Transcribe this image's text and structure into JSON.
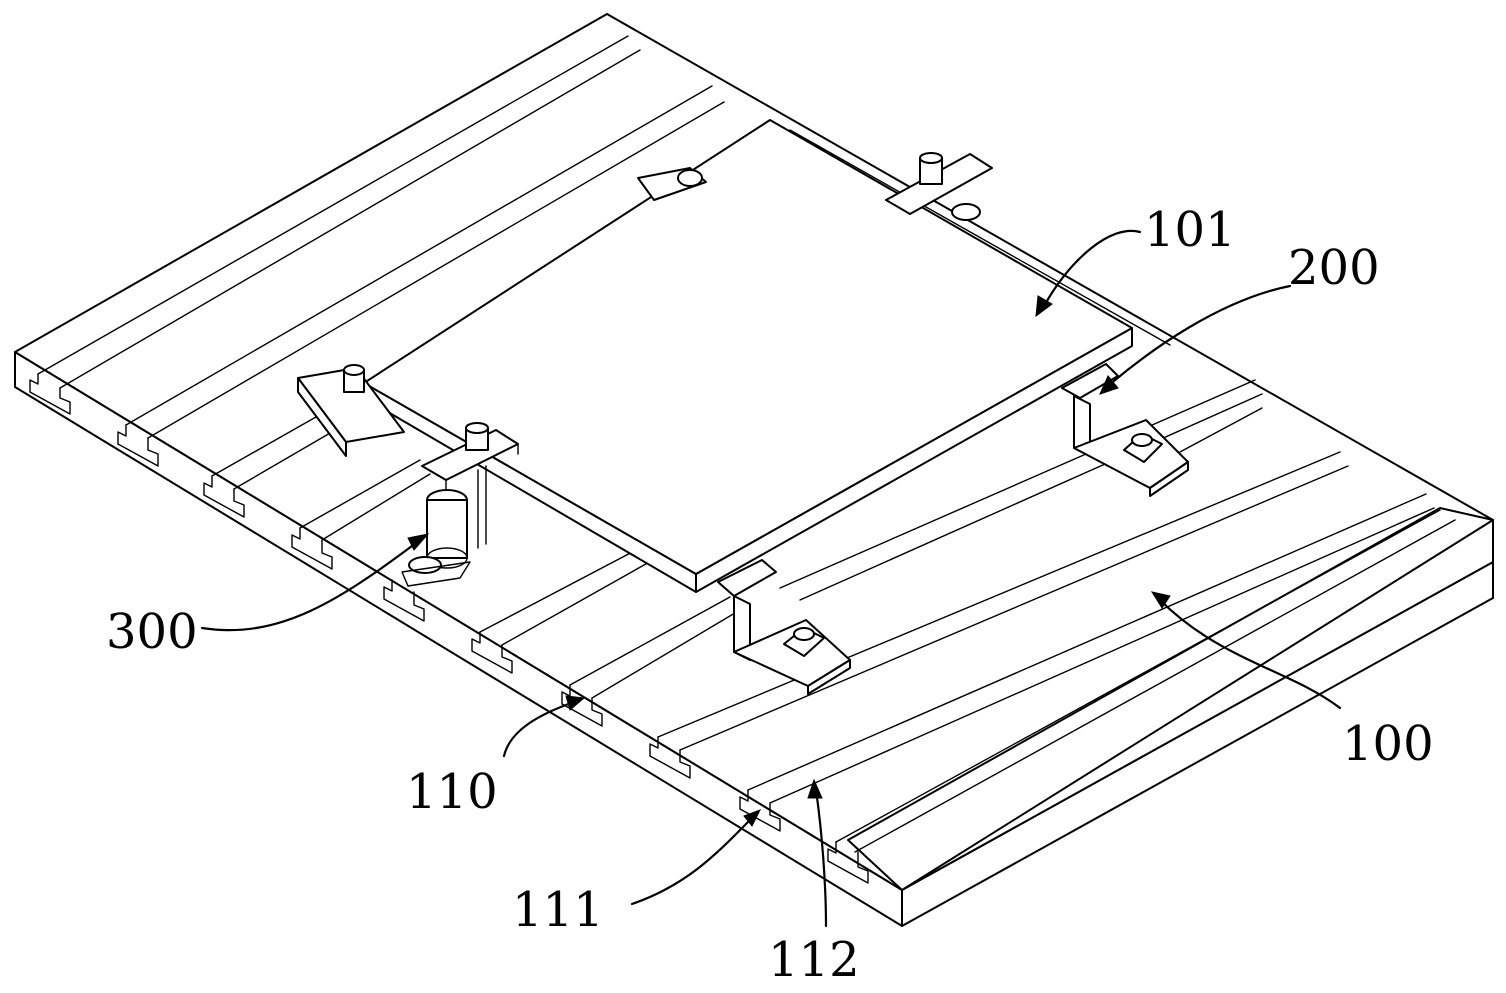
{
  "figure": {
    "labels": [
      {
        "id": "fixture_plate",
        "text": "101"
      },
      {
        "id": "pressing_clamp",
        "text": "200"
      },
      {
        "id": "support_post",
        "text": "300"
      },
      {
        "id": "t_slot_table",
        "text": "100"
      },
      {
        "id": "t_slot",
        "text": "110"
      },
      {
        "id": "slot_neck",
        "text": "111"
      },
      {
        "id": "slot_bottom",
        "text": "112"
      }
    ]
  }
}
